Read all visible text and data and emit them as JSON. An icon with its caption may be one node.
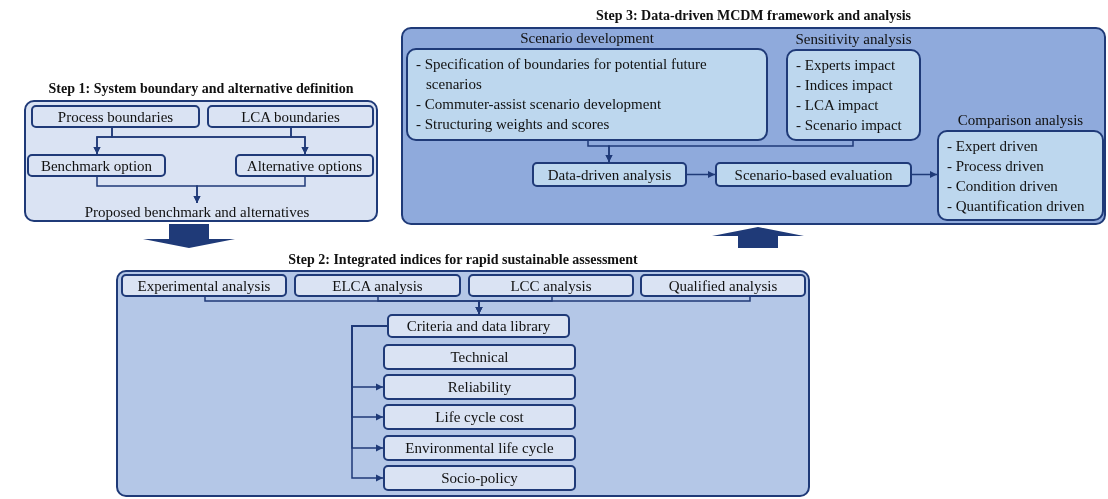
{
  "diagram": {
    "nodes": [
      {
        "text": [
          "Step 1: System boundary and alternative definition"
        ]
      },
      {
        "text": [
          "Process boundaries"
        ],
        "in": 0
      },
      {
        "text": [
          "LCA boundaries"
        ],
        "in": 0
      },
      {
        "text": [
          "Benchmark option"
        ],
        "in": 0
      },
      {
        "text": [
          "Alternative options"
        ],
        "in": 0
      },
      {
        "text": [
          "Proposed benchmark and alternatives"
        ],
        "in": 0
      },
      {
        "text": [
          "Step 3: Data-driven MCDM framework and analysis"
        ]
      },
      {
        "text": [
          "Scenario development",
          "- Specification of boundaries for potential future scenarios",
          "- Commuter-assist scenario development",
          "- Structuring weights and scores"
        ],
        "in": 6
      },
      {
        "text": [
          "Sensitivity analysis",
          "- Experts impact",
          "- Indices impact",
          "- LCA impact",
          "- Scenario impact"
        ],
        "in": 6
      },
      {
        "text": [
          "Comparison analysis",
          "- Expert driven",
          "- Process driven",
          "- Condition driven",
          "- Quantification driven"
        ],
        "in": 6
      },
      {
        "text": [
          "Data-driven analysis"
        ],
        "in": 6
      },
      {
        "text": [
          "Scenario-based evaluation"
        ],
        "in": 6
      },
      {
        "text": [
          "Step 2: Integrated indices for rapid sustainable assessment"
        ]
      },
      {
        "text": [
          "Experimental analysis"
        ],
        "in": 12
      },
      {
        "text": [
          "ELCA analysis"
        ],
        "in": 12
      },
      {
        "text": [
          "LCC analysis"
        ],
        "in": 12
      },
      {
        "text": [
          "Qualified analysis"
        ],
        "in": 12
      },
      {
        "text": [
          "Criteria and data library"
        ],
        "in": 12
      },
      {
        "text": [
          "Technical"
        ],
        "in": 12
      },
      {
        "text": [
          "Reliability"
        ],
        "in": 12
      },
      {
        "text": [
          "Life cycle cost"
        ],
        "in": 12
      },
      {
        "text": [
          "Environmental life cycle"
        ],
        "in": 12
      },
      {
        "text": [
          "Socio-policy"
        ],
        "in": 12
      }
    ],
    "edges": [
      {
        "from": 1,
        "to": 3,
        "arrow": "to"
      },
      {
        "from": 1,
        "to": 4,
        "arrow": "to"
      },
      {
        "from": 2,
        "to": 3,
        "arrow": "to"
      },
      {
        "from": 2,
        "to": 4,
        "arrow": "to"
      },
      {
        "from": 3,
        "to": 5,
        "arrow": "to"
      },
      {
        "from": 4,
        "to": 5,
        "arrow": "to"
      },
      {
        "from": 0,
        "to": 12,
        "arrow": "to",
        "style": "thick"
      },
      {
        "from": 7,
        "to": 10,
        "arrow": "to"
      },
      {
        "from": 8,
        "to": 10,
        "arrow": "to"
      },
      {
        "from": 10,
        "to": 11,
        "arrow": "to"
      },
      {
        "from": 11,
        "to": 9,
        "arrow": "to"
      },
      {
        "from": 12,
        "to": 6,
        "arrow": "to",
        "style": "thick"
      },
      {
        "from": 13,
        "to": 17,
        "arrow": "to"
      },
      {
        "from": 14,
        "to": 17,
        "arrow": "to"
      },
      {
        "from": 15,
        "to": 17,
        "arrow": "to"
      },
      {
        "from": 16,
        "to": 17,
        "arrow": "to"
      },
      {
        "from": 17,
        "to": 19,
        "arrow": "to"
      },
      {
        "from": 17,
        "to": 20,
        "arrow": "to"
      },
      {
        "from": 17,
        "to": 21,
        "arrow": "to"
      },
      {
        "from": 17,
        "to": 22,
        "arrow": "to"
      }
    ]
  }
}
